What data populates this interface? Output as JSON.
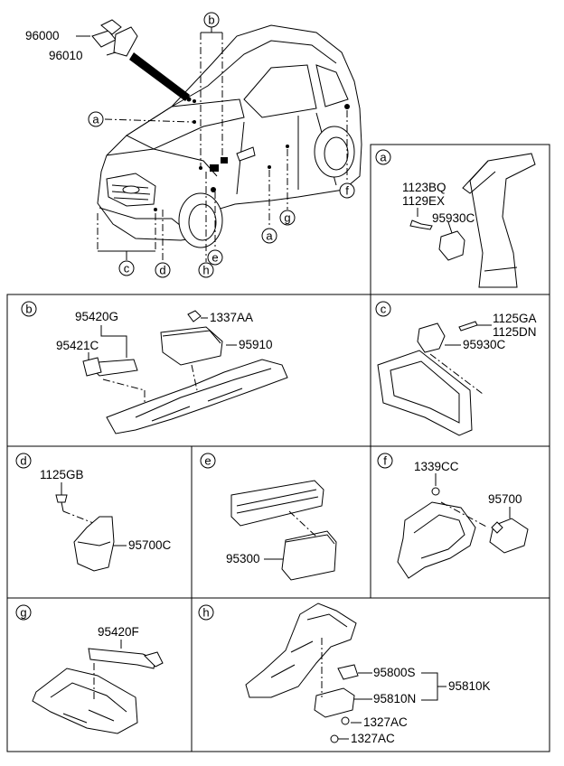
{
  "main_view": {
    "part_labels": {
      "p96000": "96000",
      "p96010": "96010"
    },
    "callouts": {
      "a1": "a",
      "b": "b",
      "c": "c",
      "d": "d",
      "e": "e",
      "f": "f",
      "g": "g",
      "h": "h",
      "a2": "a"
    }
  },
  "panel_a": {
    "letter": "a",
    "labels": [
      "1123BQ",
      "1129EX",
      "95930C"
    ]
  },
  "panel_b": {
    "letter": "b",
    "labels": [
      "95420G",
      "95421C",
      "1337AA",
      "95910"
    ]
  },
  "panel_c": {
    "letter": "c",
    "labels": [
      "1125GA",
      "1125DN",
      "95930C"
    ]
  },
  "panel_d": {
    "letter": "d",
    "labels": [
      "1125GB",
      "95700C"
    ]
  },
  "panel_e": {
    "letter": "e",
    "labels": [
      "95300"
    ]
  },
  "panel_f": {
    "letter": "f",
    "labels": [
      "1339CC",
      "95700"
    ]
  },
  "panel_g": {
    "letter": "g",
    "labels": [
      "95420F"
    ]
  },
  "panel_h": {
    "letter": "h",
    "labels": [
      "95800S",
      "95810N",
      "95810K",
      "1327AC",
      "1327AC"
    ]
  }
}
